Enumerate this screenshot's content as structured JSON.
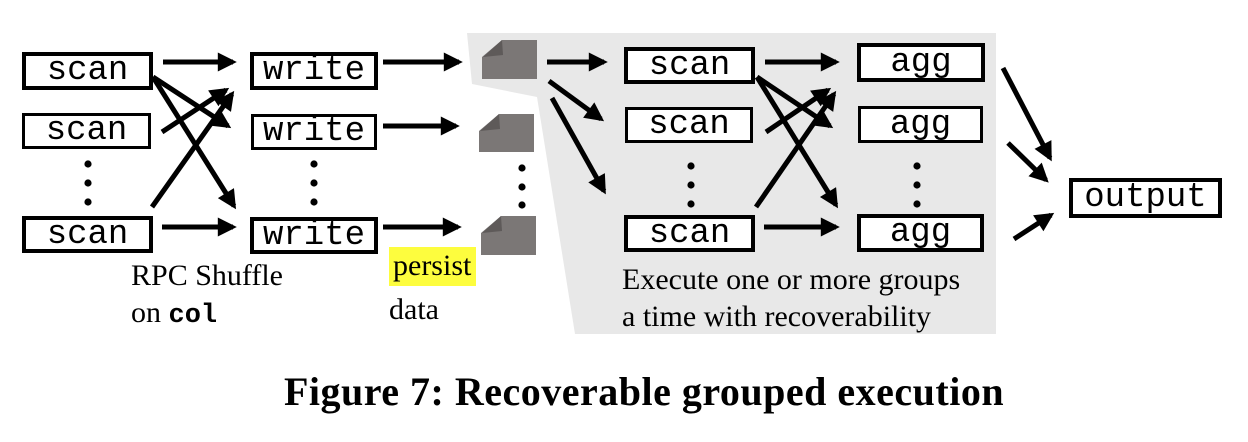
{
  "figure": {
    "stage1": {
      "scan_labels": [
        "scan",
        "scan",
        "scan"
      ],
      "write_labels": [
        "write",
        "write",
        "write"
      ]
    },
    "shuffle_note": {
      "line1": "RPC Shuffle",
      "on": "on",
      "col": "col"
    },
    "persist_note": {
      "line1": "persist",
      "line2": "data"
    },
    "stage2": {
      "scan_labels": [
        "scan",
        "scan",
        "scan"
      ],
      "agg_labels": [
        "agg",
        "agg",
        "agg"
      ],
      "note_line1": "Execute one or more groups",
      "note_line2": "a time with recoverability"
    },
    "output_label": "output",
    "icons": {
      "document": "document-icon"
    },
    "colors": {
      "highlight": "#fdfd3e",
      "group_region_bg": "#e8e8e8",
      "document_body": "#7b7776",
      "document_fold": "#5e5a59",
      "ink": "#000000"
    }
  },
  "caption": "Figure 7: Recoverable grouped execution"
}
